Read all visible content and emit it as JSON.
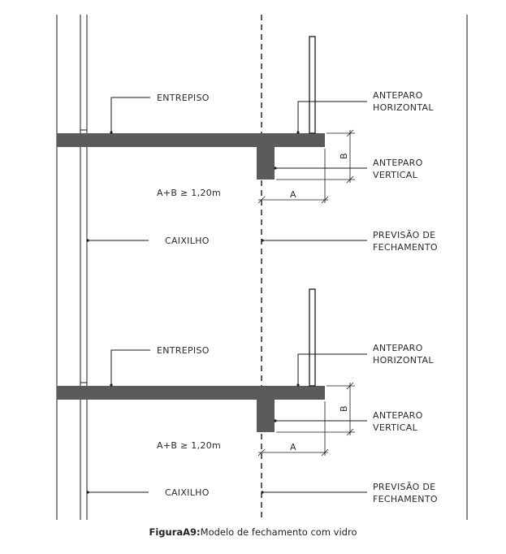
{
  "floors": [
    {
      "label_entrepiso": "ENTREPISO",
      "label_anteparo_h_1": "ANTEPARO",
      "label_anteparo_h_2": "HORIZONTAL",
      "label_anteparo_v_1": "ANTEPARO",
      "label_anteparo_v_2": "VERTICAL",
      "formula": "A+B ≥ 1,20m",
      "dim_a": "A",
      "dim_b": "B",
      "label_caixilho": "CAIXILHO",
      "label_previsao_1": "PREVISÃO DE",
      "label_previsao_2": "FECHAMENTO"
    },
    {
      "label_entrepiso": "ENTREPISO",
      "label_anteparo_h_1": "ANTEPARO",
      "label_anteparo_h_2": "HORIZONTAL",
      "label_anteparo_v_1": "ANTEPARO",
      "label_anteparo_v_2": "VERTICAL",
      "formula": "A+B ≥ 1,20m",
      "dim_a": "A",
      "dim_b": "B",
      "label_caixilho": "CAIXILHO",
      "label_previsao_1": "PREVISÃO DE",
      "label_previsao_2": "FECHAMENTO"
    }
  ],
  "caption": {
    "bold": "FiguraA9:",
    "text": "Modelo de fechamento com vidro"
  },
  "colors": {
    "slab": "#5b5b5b",
    "line": "#1a1a1a",
    "text": "#2a2a2a"
  }
}
